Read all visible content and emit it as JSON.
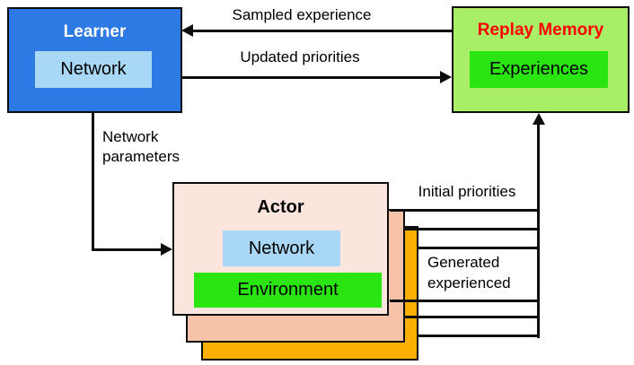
{
  "diagram": {
    "learner": {
      "title": "Learner",
      "network_label": "Network"
    },
    "replay_memory": {
      "title": "Replay Memory",
      "experiences_label": "Experiences"
    },
    "actor": {
      "title": "Actor",
      "network_label": "Network",
      "environment_label": "Environment"
    },
    "labels": {
      "sampled_experience": "Sampled experience",
      "updated_priorities": "Updated priorities",
      "network_parameters_line1": "Network",
      "network_parameters_line2": "parameters",
      "initial_priorities": "Initial priorities",
      "generated_experience_line1": "Generated",
      "generated_experience_line2": "experienced"
    }
  },
  "colors": {
    "learner_fill": "#2E7AE4",
    "learner_title": "#FFFFFF",
    "light_blue_fill": "#A8D8F5",
    "replay_fill": "#A9EE67",
    "replay_title": "#FF0000",
    "bright_green_fill": "#2BE512",
    "actor_front_fill": "#FBE5DC",
    "actor_middle_fill": "#F6C3A8",
    "actor_back_fill": "#FBAF00",
    "text": "#000000"
  }
}
